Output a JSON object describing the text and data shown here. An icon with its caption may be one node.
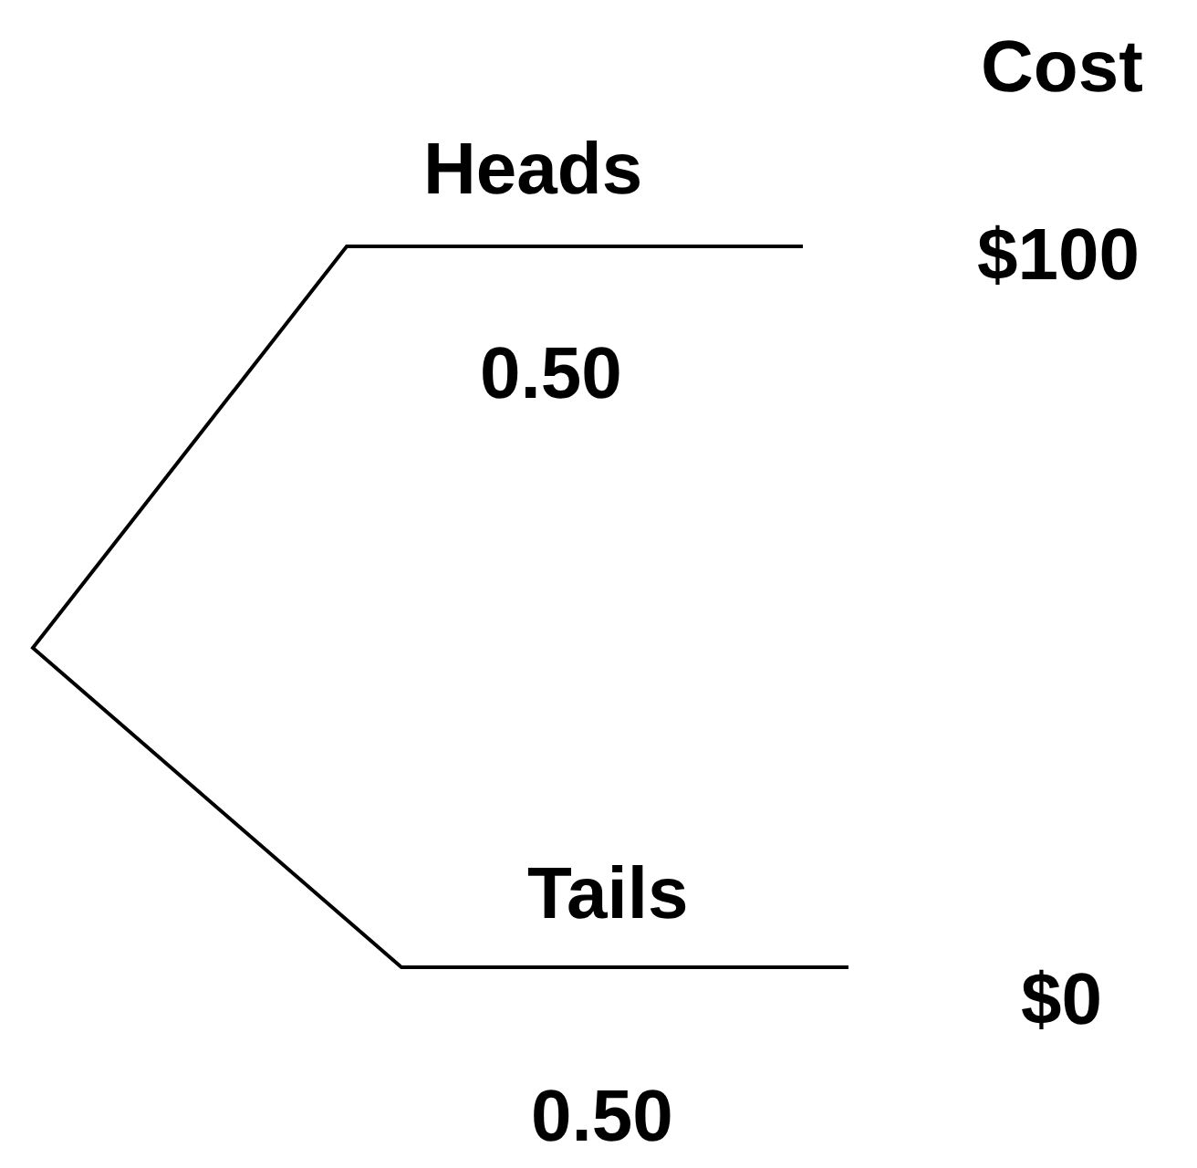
{
  "diagram": {
    "labels": [
      "Cost",
      "Heads",
      "$100",
      "0.50",
      "Tails",
      "$0",
      "0.50"
    ]
  }
}
